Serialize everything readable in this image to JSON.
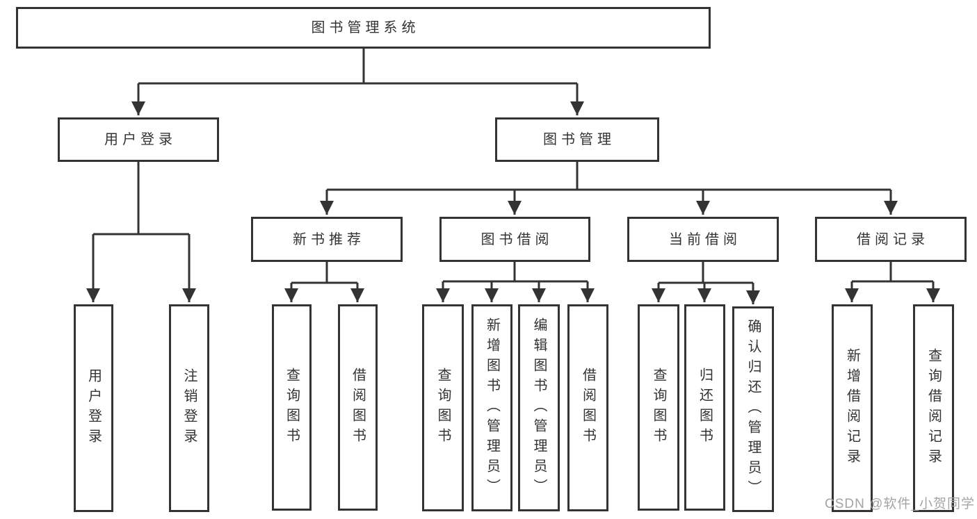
{
  "tree": {
    "label": "图书管理系统",
    "children": [
      {
        "label": "用户登录",
        "children": [
          {
            "label": "用户登录"
          },
          {
            "label": "注销登录"
          }
        ]
      },
      {
        "label": "图书管理",
        "children": [
          {
            "label": "新书推荐",
            "children": [
              {
                "label": "查询图书"
              },
              {
                "label": "借阅图书"
              }
            ]
          },
          {
            "label": "图书借阅",
            "children": [
              {
                "label": "查询图书"
              },
              {
                "label": "新增图书（管理员）"
              },
              {
                "label": "编辑图书（管理员）"
              },
              {
                "label": "借阅图书"
              }
            ]
          },
          {
            "label": "当前借阅",
            "children": [
              {
                "label": "查询图书"
              },
              {
                "label": "归还图书"
              },
              {
                "label": "确认归还（管理员）"
              }
            ]
          },
          {
            "label": "借阅记录",
            "children": [
              {
                "label": "新增借阅记录"
              },
              {
                "label": "查询借阅记录"
              }
            ]
          }
        ]
      }
    ]
  },
  "watermark": {
    "text": "CSDN @软件_小贺同学"
  },
  "colors": {
    "line": "#333333",
    "text": "#333333",
    "box_background": "#ffffff",
    "page_background": "#ffffff",
    "watermark": "#a4a4a4"
  }
}
